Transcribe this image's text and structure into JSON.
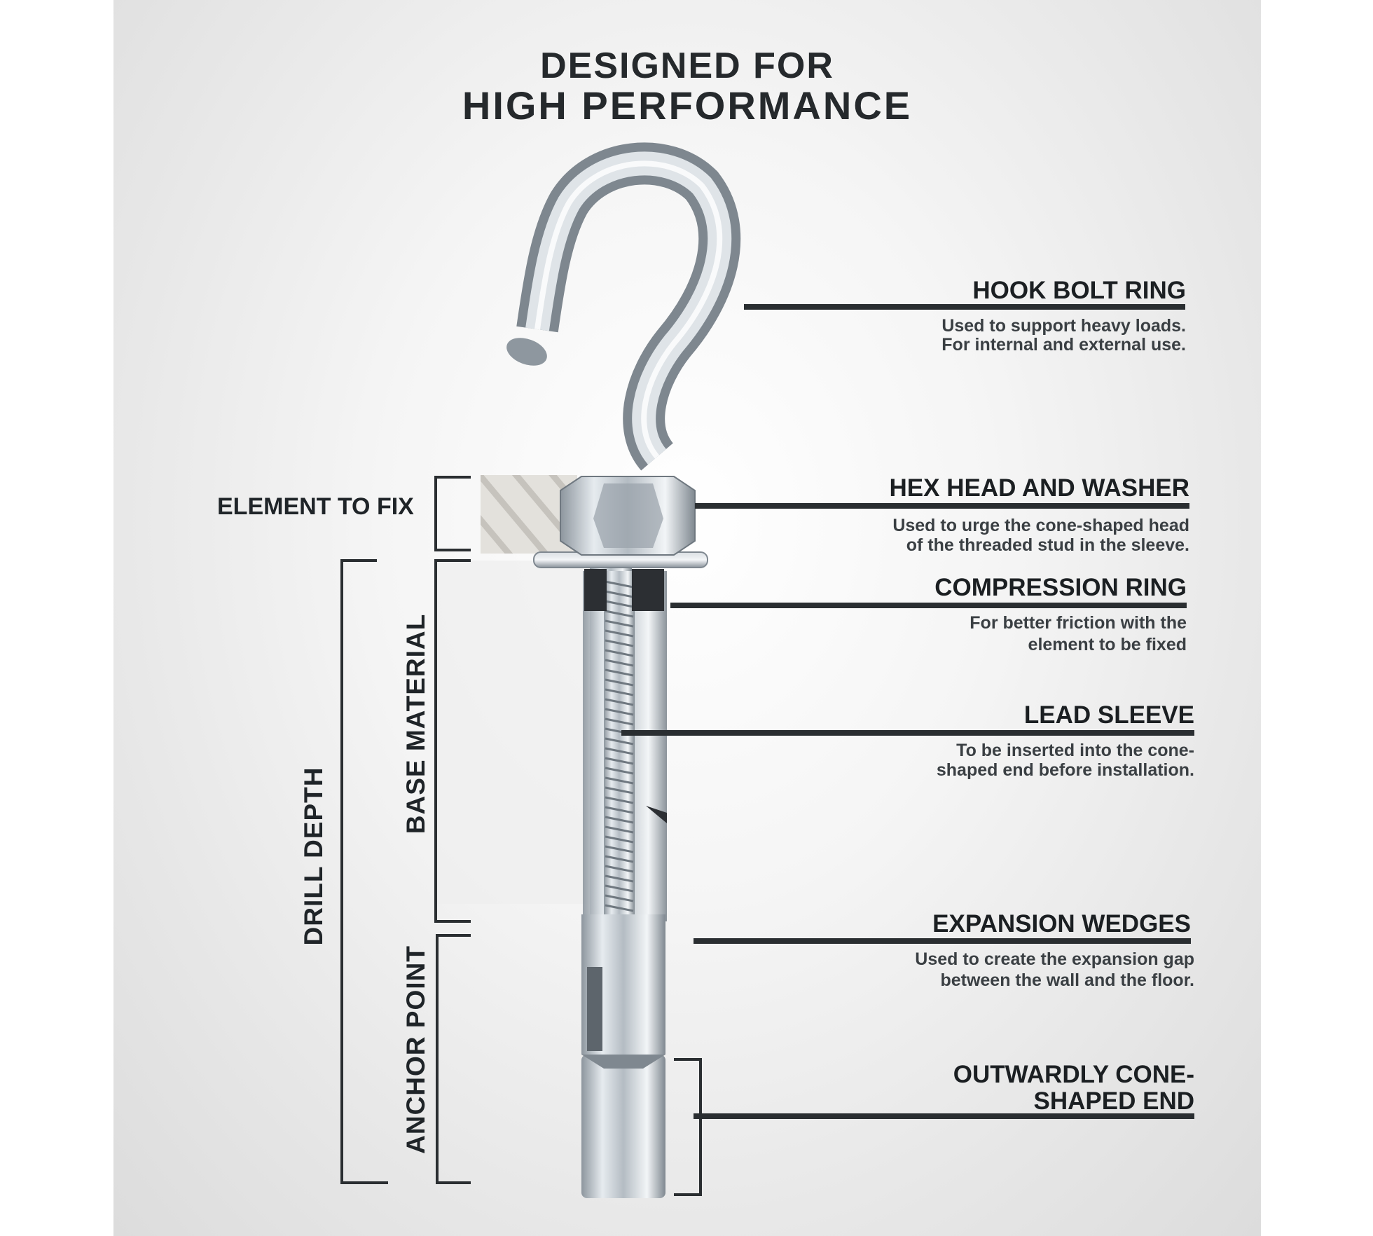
{
  "title": {
    "line1": "DESIGNED FOR",
    "line2": "HIGH PERFORMANCE"
  },
  "callouts": [
    {
      "heading": [
        "HOOK BOLT RING"
      ],
      "desc": [
        "Used to support heavy loads.",
        "For internal and external use."
      ]
    },
    {
      "heading": [
        "HEX HEAD AND WASHER"
      ],
      "desc": [
        "Used to urge the cone-shaped head",
        "of the threaded stud in the sleeve."
      ]
    },
    {
      "heading": [
        "COMPRESSION RING"
      ],
      "desc": [
        "For better friction with the",
        "element to be fixed"
      ]
    },
    {
      "heading": [
        "LEAD SLEEVE"
      ],
      "desc": [
        "To be inserted into the cone-",
        "shaped end before installation."
      ]
    },
    {
      "heading": [
        "EXPANSION WEDGES"
      ],
      "desc": [
        "Used to create the expansion gap",
        "between the wall and the floor."
      ]
    },
    {
      "heading": [
        "OUTWARDLY CONE-",
        "SHAPED END"
      ],
      "desc": []
    }
  ],
  "left_labels": {
    "element_to_fix": "ELEMENT TO FIX",
    "base_material": "BASE MATERIAL",
    "drill_depth": "DRILL DEPTH",
    "anchor_point": "ANCHOR POINT"
  },
  "colors": {
    "text": "#1f2428",
    "rule": "#2a2e31",
    "metal": "#b9c0c6"
  }
}
